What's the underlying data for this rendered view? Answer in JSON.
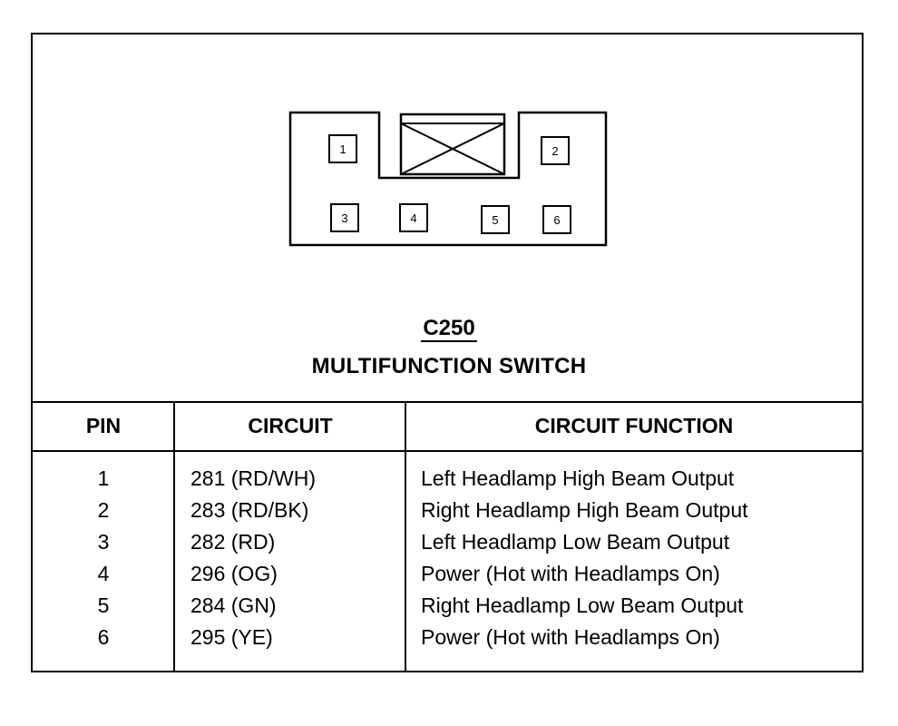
{
  "connector": {
    "id": "C250",
    "name": "MULTIFUNCTION SWITCH",
    "pins_top": [
      "1",
      "2"
    ],
    "pins_bottom": [
      "3",
      "4",
      "5",
      "6"
    ]
  },
  "table": {
    "headers": {
      "pin": "PIN",
      "circuit": "CIRCUIT",
      "function": "CIRCUIT FUNCTION"
    },
    "rows": [
      {
        "pin": "1",
        "circuit": "281 (RD/WH)",
        "function": "Left Headlamp High Beam Output"
      },
      {
        "pin": "2",
        "circuit": "283 (RD/BK)",
        "function": "Right Headlamp High Beam Output"
      },
      {
        "pin": "3",
        "circuit": "282 (RD)",
        "function": "Left Headlamp Low Beam Output"
      },
      {
        "pin": "4",
        "circuit": "296 (OG)",
        "function": "Power (Hot with Headlamps On)"
      },
      {
        "pin": "5",
        "circuit": "284 (GN)",
        "function": "Right Headlamp Low Beam Output"
      },
      {
        "pin": "6",
        "circuit": "295 (YE)",
        "function": "Power (Hot with Headlamps On)"
      }
    ]
  }
}
